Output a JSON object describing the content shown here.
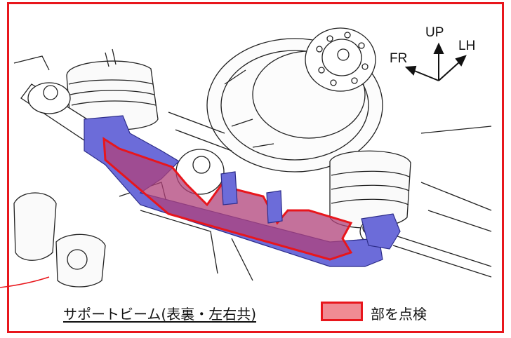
{
  "orientation": {
    "up": "UP",
    "lh": "LH",
    "fr": "FR"
  },
  "legend": {
    "part_label": "サポートビーム(表裏・左右共)",
    "inspect_label": "部を点検",
    "swatch_color": "#f08b93",
    "border_color": "#e8161c"
  },
  "colors": {
    "beam_blue": "#6c6cd9",
    "highlight_fill": "#b0427a",
    "outline_red": "#e8161c"
  }
}
